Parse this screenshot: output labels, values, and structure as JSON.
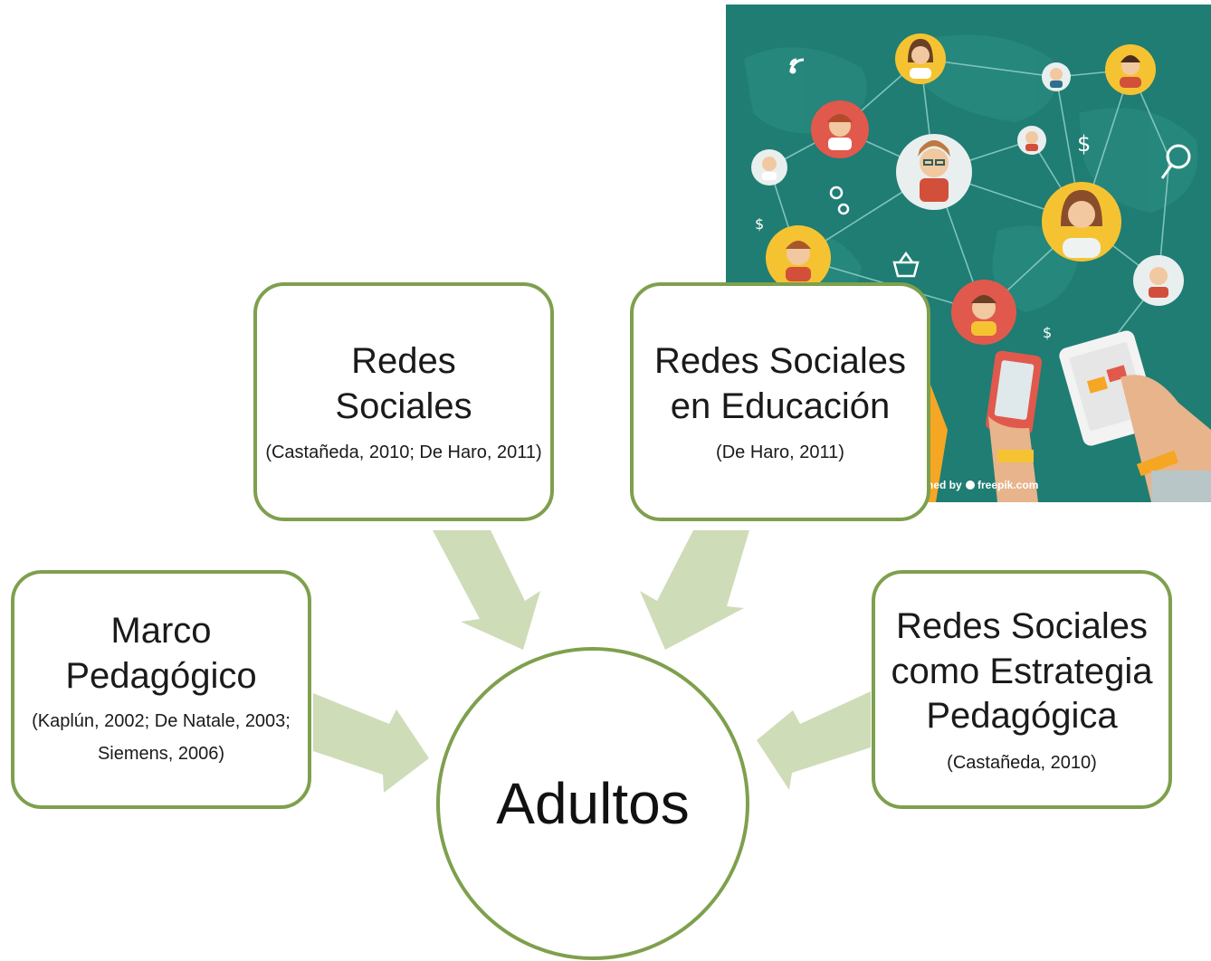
{
  "diagram": {
    "center": {
      "label": "Adultos"
    },
    "nodes": [
      {
        "id": "redes-sociales",
        "title_lines": [
          "Redes",
          "Sociales"
        ],
        "citation": "(Castañeda, 2010; De Haro, 2011)"
      },
      {
        "id": "redes-educacion",
        "title_lines": [
          "Redes Sociales",
          "en Educación"
        ],
        "citation": "(De Haro, 2011)"
      },
      {
        "id": "marco-pedagogico",
        "title_lines": [
          "Marco",
          "Pedagógico"
        ],
        "citation": "(Kaplún, 2002; De Natale, 2003; Siemens, 2006)"
      },
      {
        "id": "estrategia",
        "title_lines": [
          "Redes Sociales",
          "como Estrategia",
          "Pedagógica"
        ],
        "citation": "(Castañeda, 2010)"
      }
    ],
    "illustration": {
      "credit_text": "ned by",
      "credit_brand": "freepik.com",
      "currency_symbol": "$"
    }
  },
  "colors": {
    "border": "#7ea04d",
    "arrow": "#cedcb8",
    "illustration_bg": "#1f7d73",
    "network_line": "#8fd0c8",
    "avatar_yellow": "#f5c332",
    "avatar_red": "#e0594c",
    "avatar_light": "#e9efee"
  },
  "icons": [
    "wifi-icon",
    "magnifier-icon",
    "gear-icon",
    "basket-icon",
    "dollar-icon",
    "hand-phone-icon",
    "hand-tablet-icon",
    "freepik-logo-icon"
  ]
}
